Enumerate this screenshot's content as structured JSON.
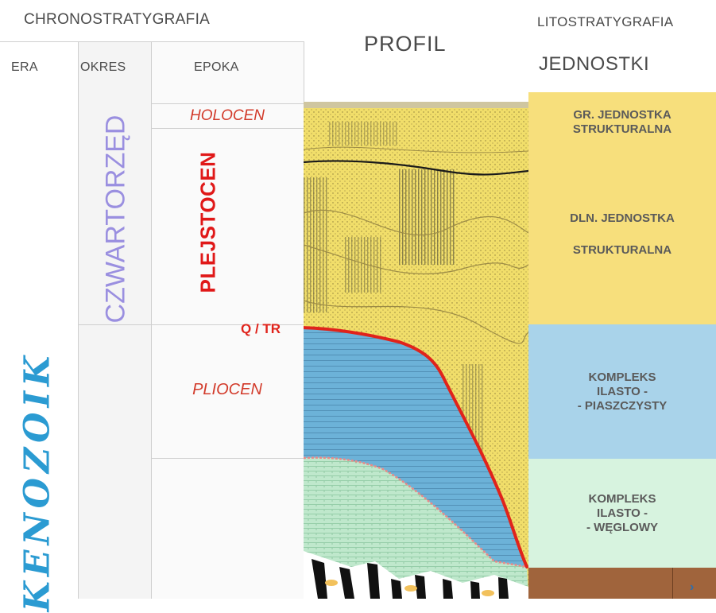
{
  "headers": {
    "chronostratigraphy": "CHRONOSTRATYGRAFIA",
    "profile": "PROFIL",
    "lithostratigraphy": "LITOSTRATYGRAFIA",
    "era": "ERA",
    "period": "OKRES",
    "epoch": "EPOKA",
    "units": "JEDNOSTKI"
  },
  "era": {
    "label": "KENOZOIK",
    "color": "#2b9bd2"
  },
  "period": {
    "label": "CZWARTORZĘD",
    "color": "#9a8fe0"
  },
  "epochs": [
    {
      "label": "HOLOCEN",
      "color": "#d23a2a"
    },
    {
      "label": "PLEJSTOCEN",
      "color": "#e01818"
    },
    {
      "label": "PLIOCEN",
      "color": "#d23a2a"
    }
  ],
  "boundary_label": "Q / TR",
  "units": [
    {
      "lines": [
        "GR. JEDNOSTKA",
        "STRUKTURALNA"
      ],
      "color": "#f7df7c"
    },
    {
      "lines": [
        "DLN. JEDNOSTKA",
        "",
        "STRUKTURALNA"
      ],
      "color": "#f7df7c"
    },
    {
      "lines": [
        "KOMPLEKS",
        "ILASTO -",
        "- PIASZCZYSTY"
      ],
      "color": "#a9d3ea"
    },
    {
      "lines": [
        "KOMPLEKS",
        "ILASTO -",
        "- WĘGLOWY"
      ],
      "color": "#d7f3df"
    },
    {
      "lines": [
        ""
      ],
      "color": "#a0643c"
    }
  ],
  "colors": {
    "sand": "#f1de6a",
    "clay_sand": "#6cb2d8",
    "clay_coal": "#bfe8cc",
    "boundary_red": "#e0231b"
  }
}
